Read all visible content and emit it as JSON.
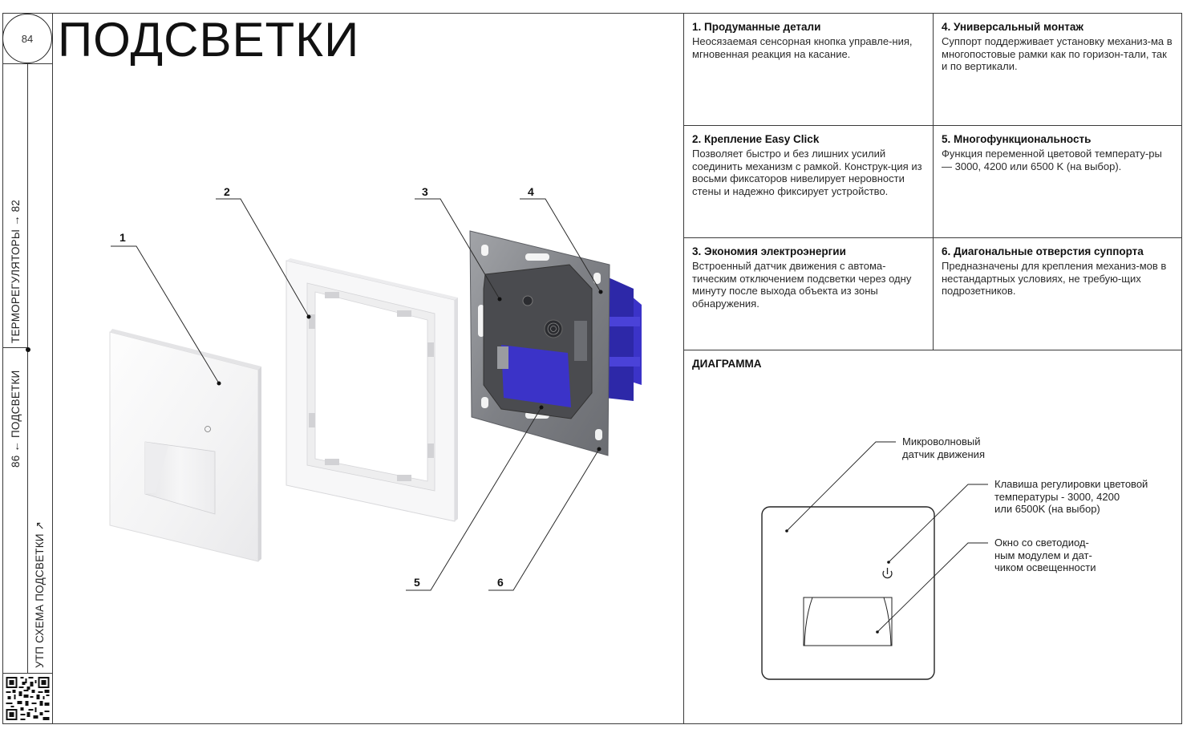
{
  "page": {
    "number": "84",
    "title": "ПОДСВЕТКИ"
  },
  "side_nav": {
    "next_section": "ТЕРМОРЕГУЛЯТОРЫ → 82",
    "prev_section": "86 ← ПОДСВЕТКИ",
    "link": "УТП СХЕМА ПОДСВЕТКИ ↗"
  },
  "product_callouts": [
    {
      "number": "1"
    },
    {
      "number": "2"
    },
    {
      "number": "3"
    },
    {
      "number": "4"
    },
    {
      "number": "5"
    },
    {
      "number": "6"
    }
  ],
  "features": [
    {
      "title": "1. Продуманные детали",
      "text": "Неосязаемая сенсорная кнопка управле-ния, мгновенная реакция на касание."
    },
    {
      "title": "2. Крепление Easy Click",
      "text": "Позволяет быстро и без лишних усилий соединить механизм с рамкой. Конструк-ция из восьми фиксаторов нивелирует неровности стены и надежно фиксирует устройство."
    },
    {
      "title": "3. Экономия электроэнергии",
      "text": "Встроенный датчик движения с автома-тическим отключением подсветки через одну минуту после выхода объекта из зоны обнаружения."
    },
    {
      "title": "4. Универсальный монтаж",
      "text": "Суппорт поддерживает установку механиз-ма в многопостовые рамки как по горизон-тали, так и по вертикали."
    },
    {
      "title": "5. Многофункциональность",
      "text": "Функция переменной цветовой температу-ры — 3000, 4200 или 6500 K (на выбор)."
    },
    {
      "title": "6. Диагональные отверстия суппорта",
      "text": "Предназначены для крепления механиз-мов в нестандартных условиях, не требую-щих подрозетников."
    }
  ],
  "diagram": {
    "heading": "ДИАГРАММА",
    "labels": [
      {
        "line1": "Микроволновый",
        "line2": "датчик движения",
        "line3": ""
      },
      {
        "line1": "Клавиша регулировки цветовой",
        "line2": "температуры - 3000, 4200",
        "line3": "или 6500K (на выбор)"
      },
      {
        "line1": "Окно со светодиод-",
        "line2": "ным модулем и дат-",
        "line3": "чиком освещенности"
      }
    ]
  },
  "colors": {
    "line": "#3a3a3a",
    "text": "#1a1a1a",
    "frame_steel": "#8a8c90",
    "mechanism_gray": "#4a4b4f",
    "box_blue": "#3b33c8",
    "panel_white": "#f6f6f7"
  }
}
